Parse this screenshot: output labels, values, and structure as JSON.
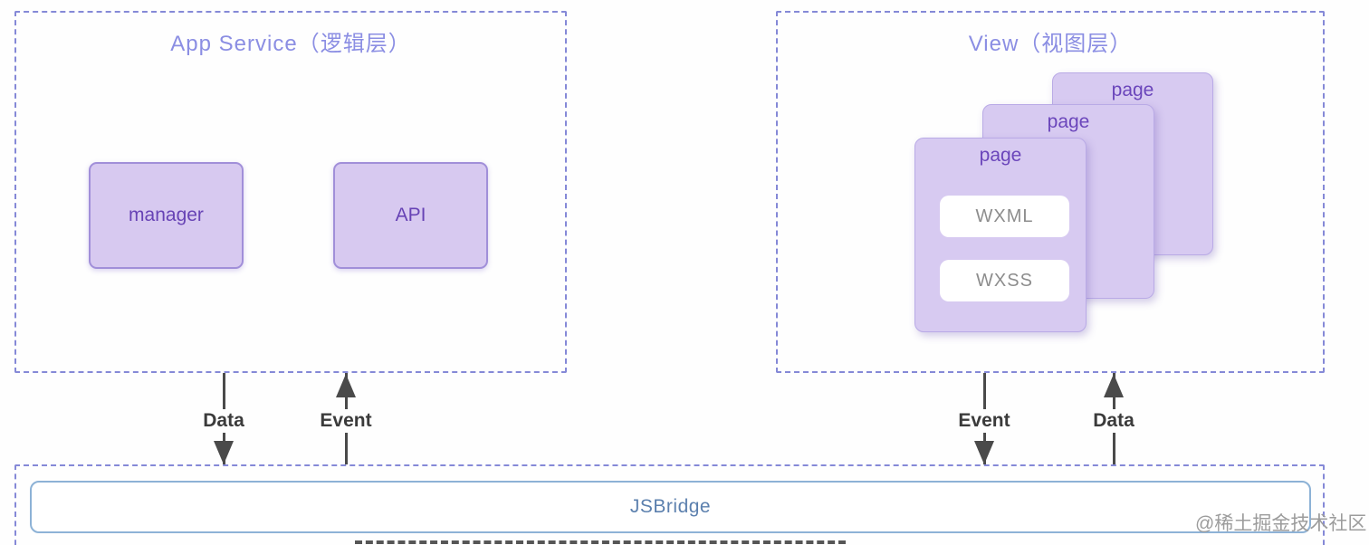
{
  "app_service": {
    "title": "App Service（逻辑层）",
    "nodes": [
      {
        "label": "manager"
      },
      {
        "label": "API"
      }
    ]
  },
  "view": {
    "title": "View（视图层）",
    "pages": [
      {
        "label": "page"
      },
      {
        "label": "page"
      },
      {
        "label": "page",
        "children": [
          "WXML",
          "WXSS"
        ]
      }
    ]
  },
  "arrows": [
    {
      "label": "Data",
      "side": "left",
      "direction": "down"
    },
    {
      "label": "Event",
      "side": "left",
      "direction": "up"
    },
    {
      "label": "Event",
      "side": "right",
      "direction": "down"
    },
    {
      "label": "Data",
      "side": "right",
      "direction": "up"
    }
  ],
  "bridge": {
    "label": "JSBridge"
  },
  "watermark": "@稀土掘金技术社区",
  "colors": {
    "panel_dash": "#8589d7",
    "panel_title": "#8b8ee3",
    "node_fill": "#d7c9f0",
    "node_border": "#a18fd9",
    "node_text": "#6743b5",
    "chip_text": "#8d8d8d",
    "arrow": "#4a4a4a",
    "arrow_label": "#3b3b3b",
    "bridge_border": "#8db2d6",
    "bridge_text": "#5c80ae",
    "watermark": "#9c9c9c"
  }
}
